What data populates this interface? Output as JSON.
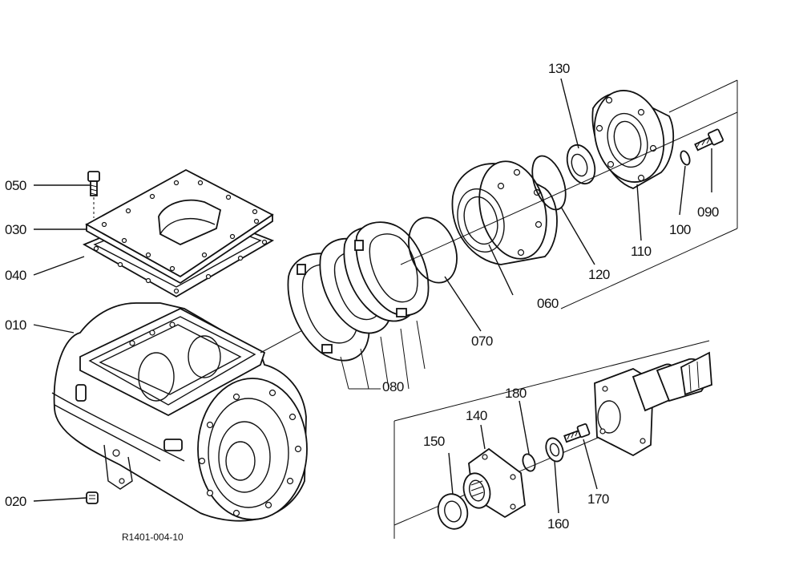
{
  "parts": [
    {
      "id": "p010",
      "label": "010"
    },
    {
      "id": "p020",
      "label": "020"
    },
    {
      "id": "p030",
      "label": "030"
    },
    {
      "id": "p040",
      "label": "040"
    },
    {
      "id": "p050",
      "label": "050"
    },
    {
      "id": "p060",
      "label": "060"
    },
    {
      "id": "p070",
      "label": "070"
    },
    {
      "id": "p080",
      "label": "080"
    },
    {
      "id": "p090",
      "label": "090"
    },
    {
      "id": "p100",
      "label": "100"
    },
    {
      "id": "p110",
      "label": "110"
    },
    {
      "id": "p120",
      "label": "120"
    },
    {
      "id": "p130",
      "label": "130"
    },
    {
      "id": "p140",
      "label": "140"
    },
    {
      "id": "p150",
      "label": "150"
    },
    {
      "id": "p160",
      "label": "160"
    },
    {
      "id": "p170",
      "label": "170"
    },
    {
      "id": "p180",
      "label": "180"
    }
  ],
  "reference_code": "R1401-004-10"
}
